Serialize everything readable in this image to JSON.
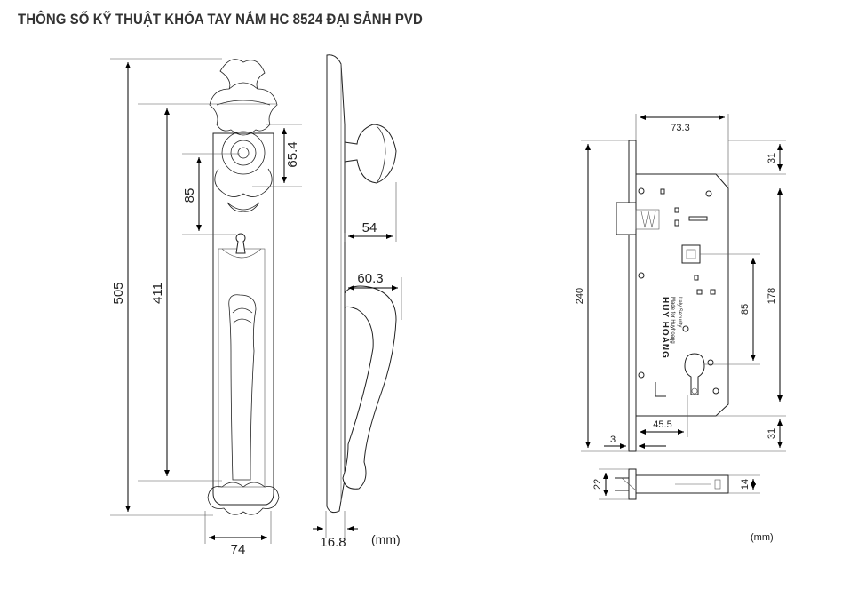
{
  "title": "THÔNG SỐ KỸ THUẬT KHÓA TAY NẮM HC 8524 ĐẠI SẢNH PVD",
  "handle_front": {
    "overall_height": "505",
    "handle_length": "411",
    "knob_to_keyhole": "85",
    "knob_height": "65.4",
    "plate_width": "74"
  },
  "handle_side": {
    "knob_projection": "54",
    "lever_projection": "60.3",
    "plate_thickness": "16.8",
    "unit": "(mm)"
  },
  "lock_body": {
    "faceplate_width": "73.3",
    "top_offset": "31",
    "bottom_offset": "31",
    "total_height": "240",
    "case_height": "178",
    "center_distance": "85",
    "backset": "45.5",
    "faceplate_thickness": "3",
    "brand_text": "HUY HOÀNG",
    "made_in_text": "Made for Huyhoang",
    "security_text": "Italy Security"
  },
  "lock_bottom": {
    "faceplate_depth": "22",
    "case_depth": "14"
  },
  "unit_right": "(mm)"
}
